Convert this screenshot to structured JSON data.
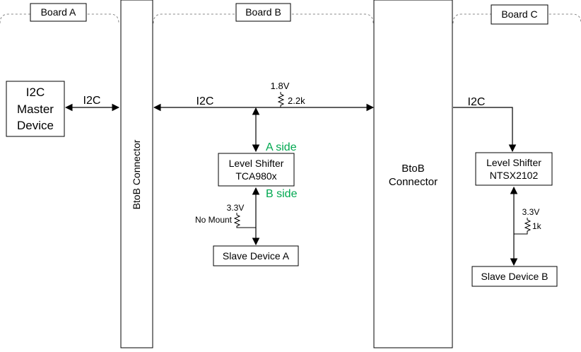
{
  "boards": {
    "a": "Board A",
    "b": "Board B",
    "c": "Board C"
  },
  "master": {
    "line1": "I2C",
    "line2": "Master",
    "line3": "Device"
  },
  "connector1": {
    "label": "BtoB Connector"
  },
  "connector2": {
    "line1": "BtoB",
    "line2": "Connector"
  },
  "bus": {
    "i2c_master": "I2C",
    "i2c_board_b": "I2C",
    "i2c_board_c": "I2C"
  },
  "pullup_b": {
    "voltage": "1.8V",
    "resistor": "2.2k"
  },
  "shifter_b": {
    "line1": "Level Shifter",
    "line2": "TCA980x",
    "a_side": "A side",
    "b_side": "B side"
  },
  "pullup_a": {
    "voltage": "3.3V",
    "note": "No Mount"
  },
  "slave_a": {
    "label": "Slave Device A"
  },
  "shifter_c": {
    "line1": "Level Shifter",
    "line2": "NTSX2102"
  },
  "pullup_c": {
    "voltage": "3.3V",
    "resistor": "1k"
  },
  "slave_b": {
    "label": "Slave Device B"
  },
  "colors": {
    "side_label": "#00a850",
    "line": "#000000"
  }
}
